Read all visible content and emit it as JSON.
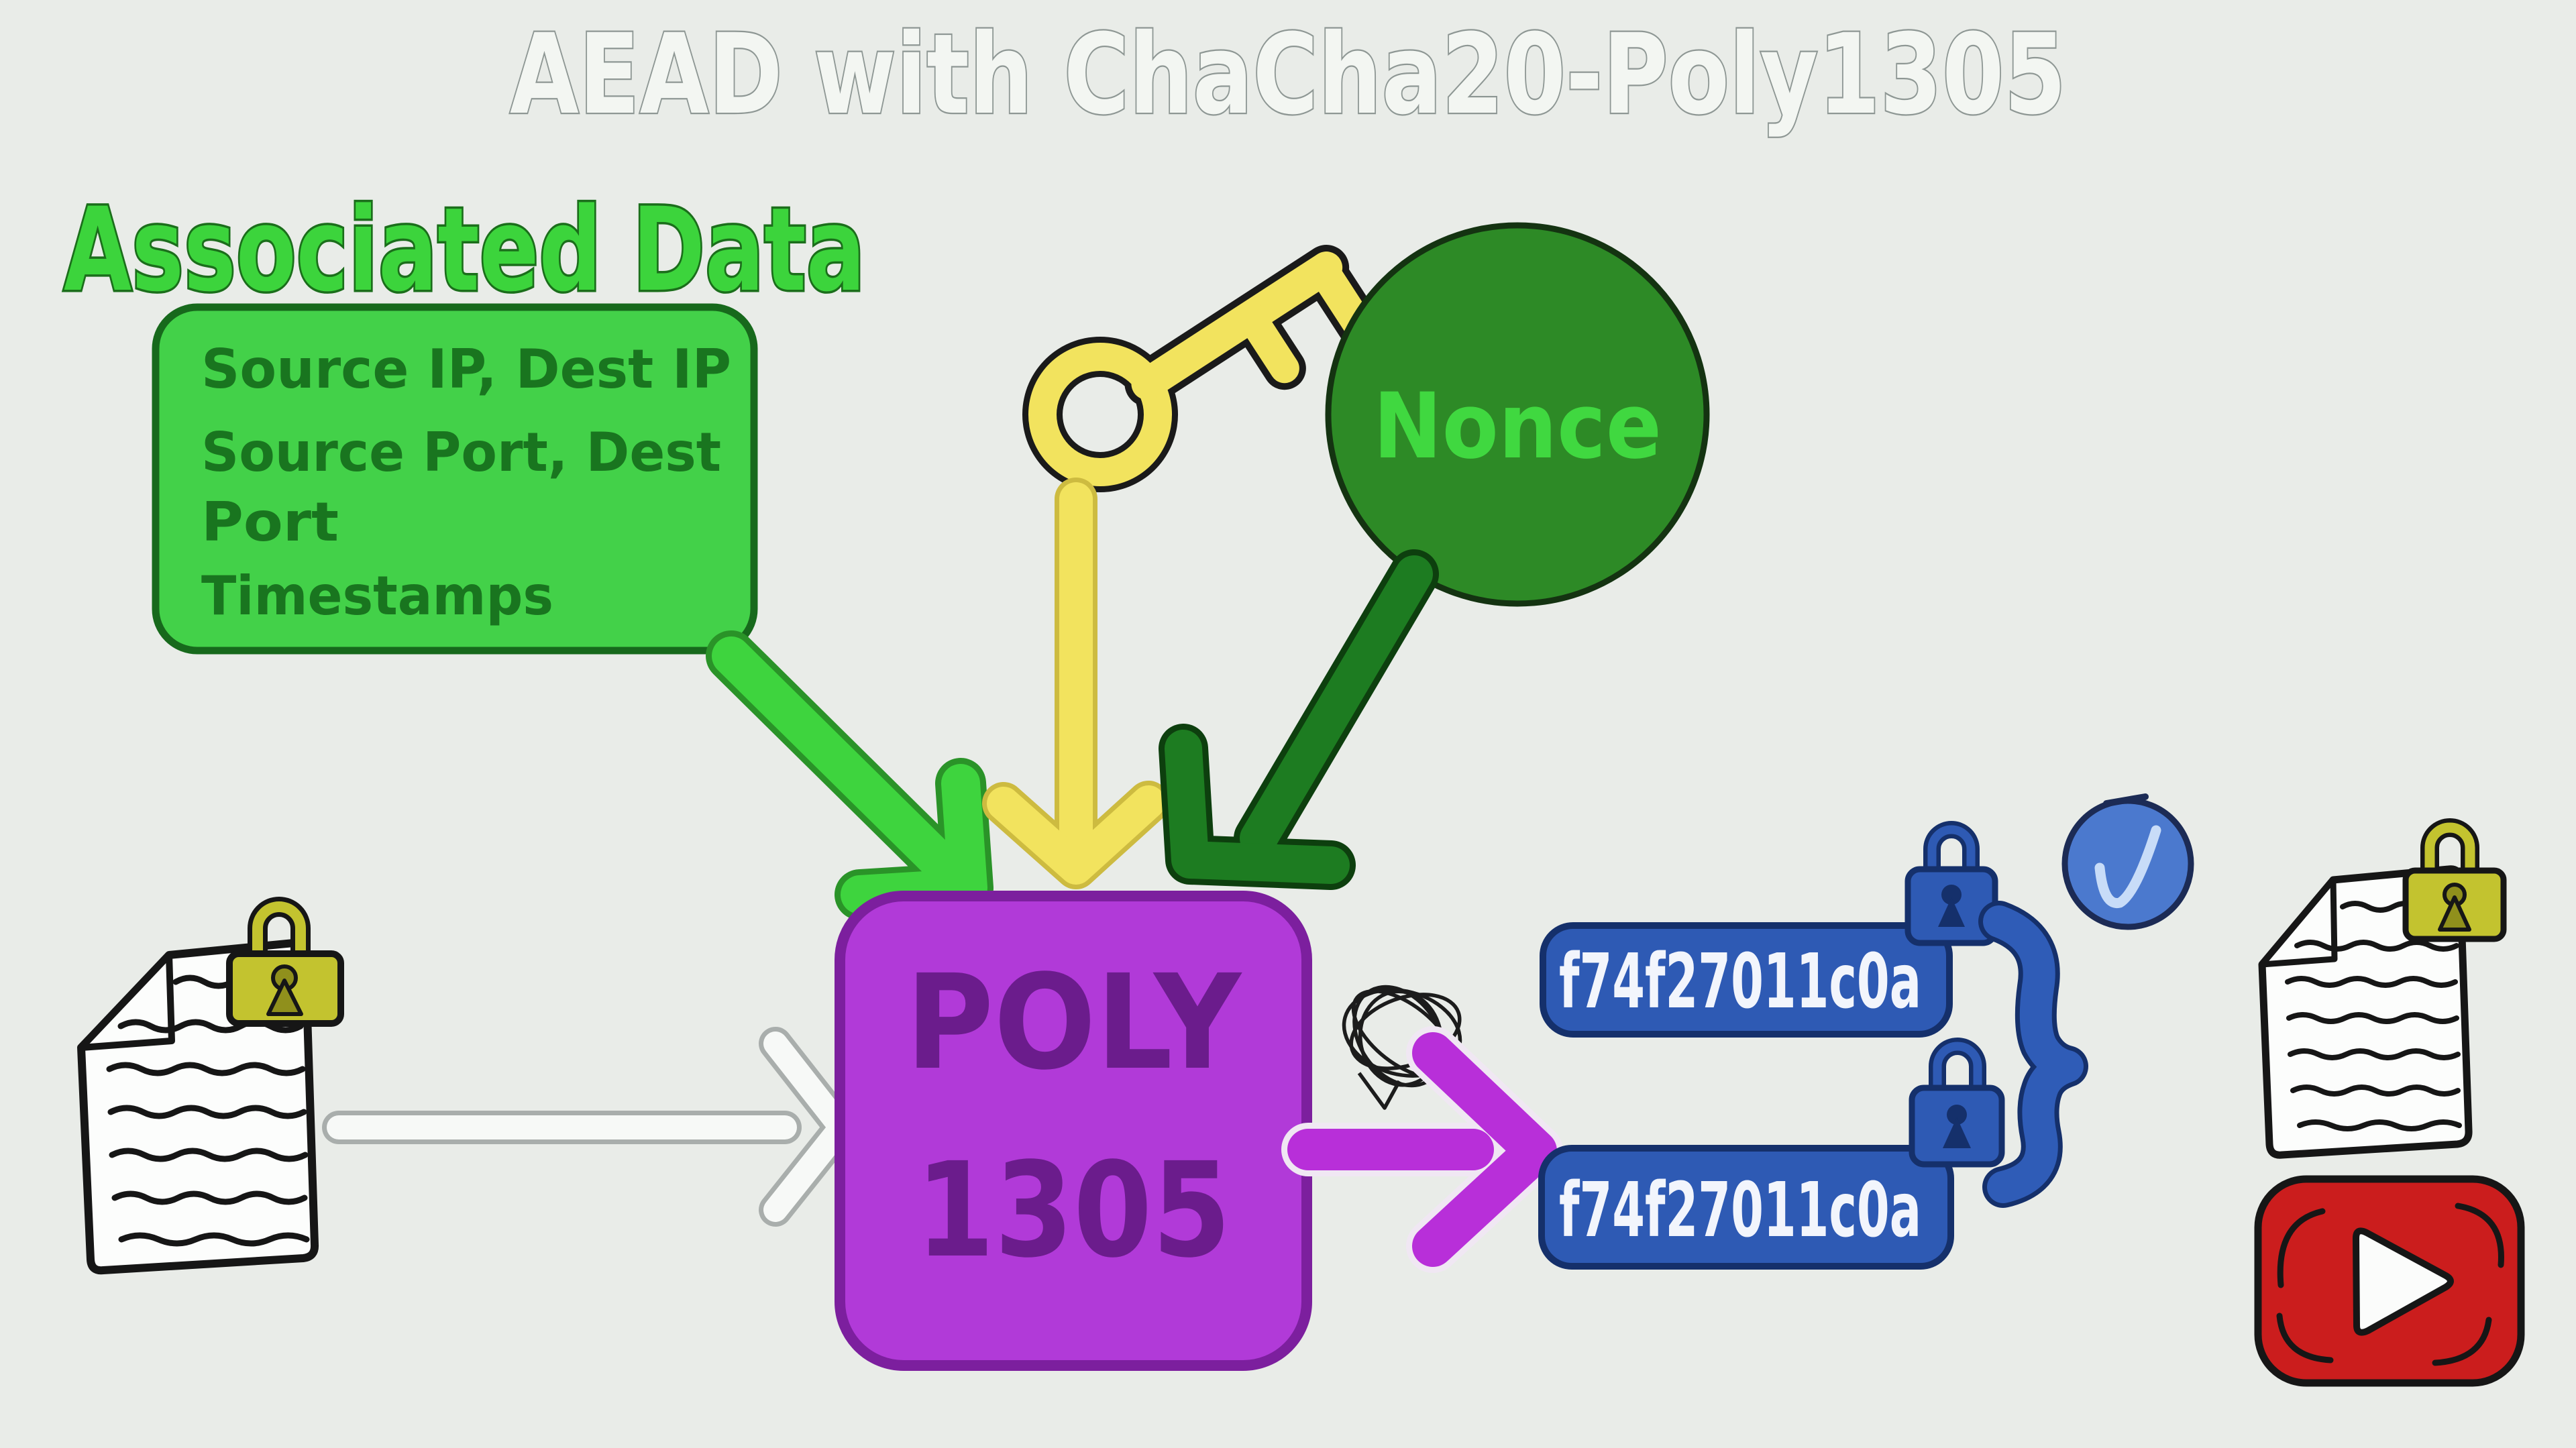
{
  "title": "AEAD with ChaCha20-Poly1305",
  "associated_data": {
    "heading": "Associated Data",
    "lines": [
      "Source IP, Dest IP",
      "Source Port, Dest",
      "Port",
      "Timestamps"
    ]
  },
  "nonce_label": "Nonce",
  "poly_box": {
    "line1": "POLY",
    "line2": "1305"
  },
  "tags": {
    "top": "f74f27011c0a",
    "bottom": "f74f27011c0a"
  },
  "icons": {
    "key": "key-icon",
    "plaintext_document": "document-with-padlock-icon",
    "encrypted_document": "document-with-padlock-icon",
    "scribble": "scribble-icon",
    "checkmark": "checkmark-circle-icon",
    "play_button": "youtube-play-icon",
    "brace": "curly-brace",
    "tag_lock": "blue-padlock-icon"
  },
  "colors": {
    "background": "#e9ece8",
    "bright_green": "#3ed43e",
    "box_green": "#43d149",
    "dark_green": "#1d7c21",
    "nonce_green": "#2d8a26",
    "yellow": "#f2e35e",
    "purple_box": "#b13ad8",
    "purple_arrow": "#b82fd9",
    "pill_blue": "#2e5ab4",
    "navy": "#15306b",
    "check_blue": "#4b79ce",
    "olive": "#c3c32f",
    "red": "#cb1d1d",
    "paper": "#fcfdfc"
  }
}
